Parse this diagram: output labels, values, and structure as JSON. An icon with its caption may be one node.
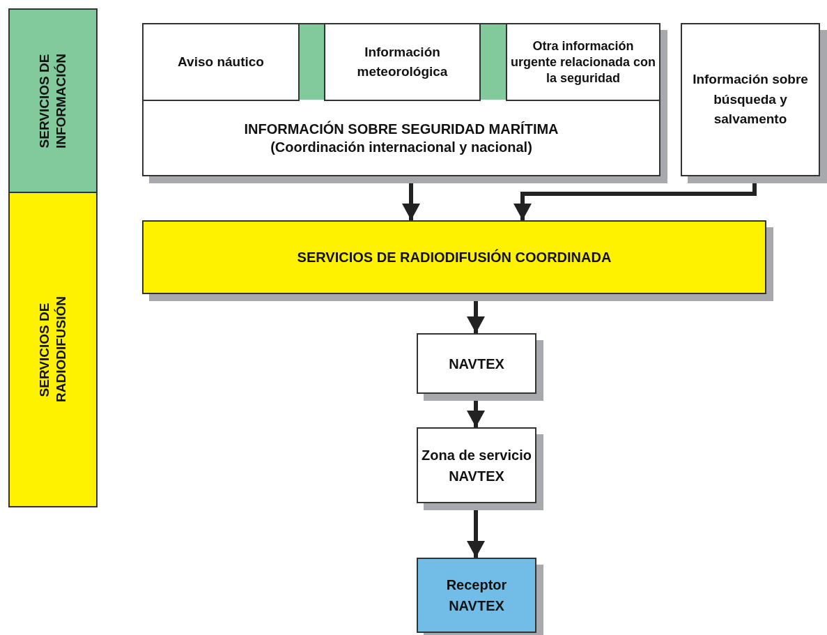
{
  "diagram": {
    "nodes": [
      {
        "text": [
          "SERVICIOS DE INFORMACIÓN"
        ]
      },
      {
        "text": [
          "SERVICIOS DE RADIODIFUSIÓN"
        ]
      },
      {
        "text": [
          "INFORMACIÓN SOBRE SEGURIDAD MARÍTIMA",
          "(Coordinación internacional y nacional)"
        ]
      },
      {
        "text": [
          "Aviso náutico"
        ],
        "in": 2
      },
      {
        "text": [
          "Información meteorológica"
        ],
        "in": 2
      },
      {
        "text": [
          "Otra información urgente relacionada con la seguridad"
        ],
        "in": 2
      },
      {
        "text": [
          "Información sobre búsqueda y salvamento"
        ]
      },
      {
        "text": [
          "SERVICIOS DE RADIODIFUSIÓN COORDINADA"
        ]
      },
      {
        "text": [
          "NAVTEX"
        ]
      },
      {
        "text": [
          "Zona de servicio NAVTEX"
        ]
      },
      {
        "text": [
          "Receptor NAVTEX"
        ]
      }
    ],
    "edges": [
      {
        "from": 2,
        "to": 7,
        "arrow": "to"
      },
      {
        "from": 6,
        "to": 7,
        "arrow": "to"
      },
      {
        "from": 7,
        "to": 8,
        "arrow": "to"
      },
      {
        "from": 8,
        "to": 9,
        "arrow": "to"
      },
      {
        "from": 9,
        "to": 10,
        "arrow": "to"
      }
    ]
  }
}
